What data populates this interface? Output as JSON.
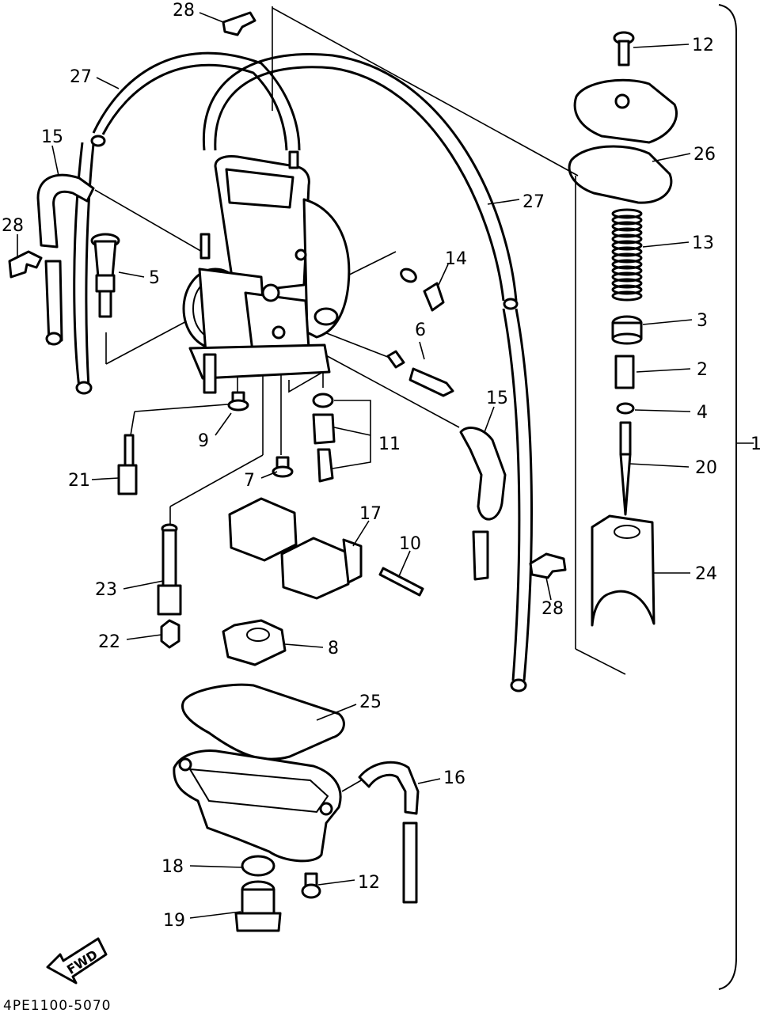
{
  "callouts": {
    "p28a": "28",
    "p27a": "27",
    "p15a": "15",
    "p28b": "28",
    "p5": "5",
    "p12a": "12",
    "p26": "26",
    "p27b": "27",
    "p13": "13",
    "p14": "14",
    "p3": "3",
    "p6": "6",
    "p2": "2",
    "p4": "4",
    "p15b": "15",
    "p9": "9",
    "p11": "11",
    "p20": "20",
    "p21": "21",
    "p7": "7",
    "p17": "17",
    "p10": "10",
    "p24": "24",
    "p23": "23",
    "p28c": "28",
    "p22": "22",
    "p8": "8",
    "p25": "25",
    "p16": "16",
    "p18": "18",
    "p12b": "12",
    "p19": "19",
    "p1": "1"
  },
  "fwd_label": "FWD",
  "drawing_code": "4PE1100-5070"
}
